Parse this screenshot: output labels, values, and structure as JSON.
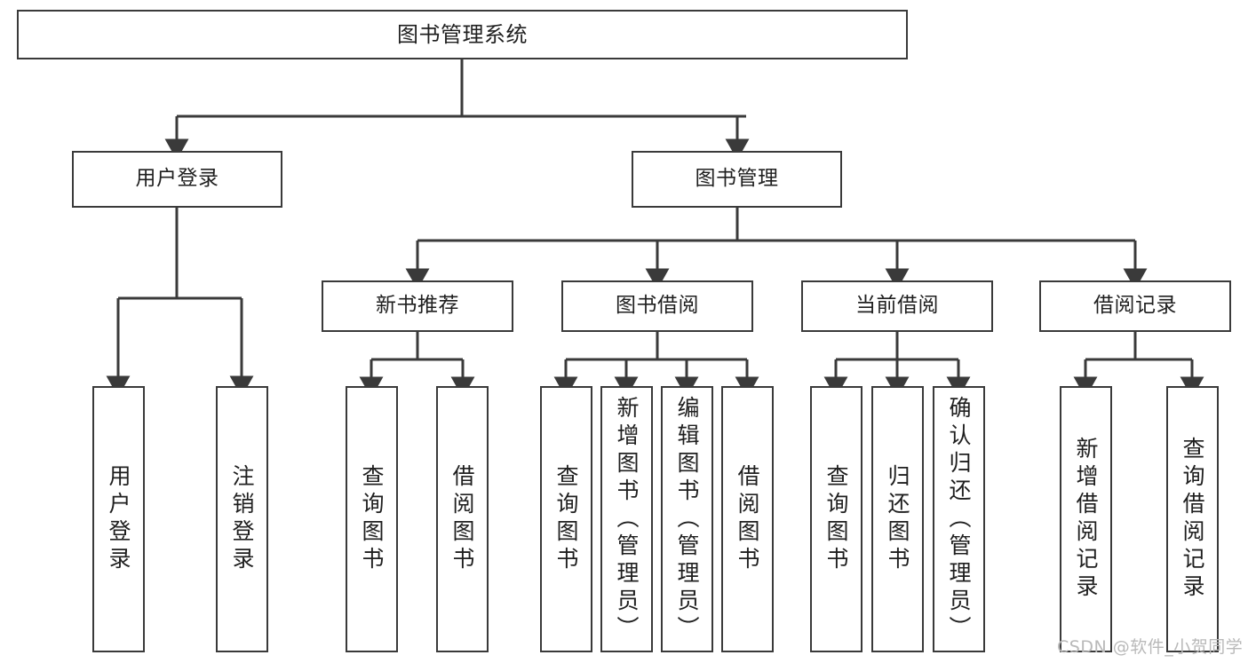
{
  "diagram": {
    "title": "图书管理系统",
    "orientation": "top-down tree",
    "accent_color": "#3a3a3a",
    "background_color": "#ffffff",
    "levels": 4
  },
  "nodes": {
    "root": {
      "label": "图书管理系统"
    },
    "level2": [
      {
        "label": "用户登录"
      },
      {
        "label": "图书管理"
      }
    ],
    "level3": [
      {
        "label": "新书推荐"
      },
      {
        "label": "图书借阅"
      },
      {
        "label": "当前借阅"
      },
      {
        "label": "借阅记录"
      }
    ],
    "leaves_user_login": [
      {
        "label": "用户登录"
      },
      {
        "label": "注销登录"
      }
    ],
    "leaves_new_book": [
      {
        "label": "查询图书"
      },
      {
        "label": "借阅图书"
      }
    ],
    "leaves_borrow": [
      {
        "label": "查询图书"
      },
      {
        "label": "新增图书（管理员）"
      },
      {
        "label": "编辑图书（管理员）"
      },
      {
        "label": "借阅图书"
      }
    ],
    "leaves_current": [
      {
        "label": "查询图书"
      },
      {
        "label": "归还图书"
      },
      {
        "label": "确认归还（管理员）"
      }
    ],
    "leaves_records": [
      {
        "label": "新增借阅记录"
      },
      {
        "label": "查询借阅记录"
      }
    ]
  },
  "watermark": {
    "text": "CSDN @软件_小贺同学"
  }
}
